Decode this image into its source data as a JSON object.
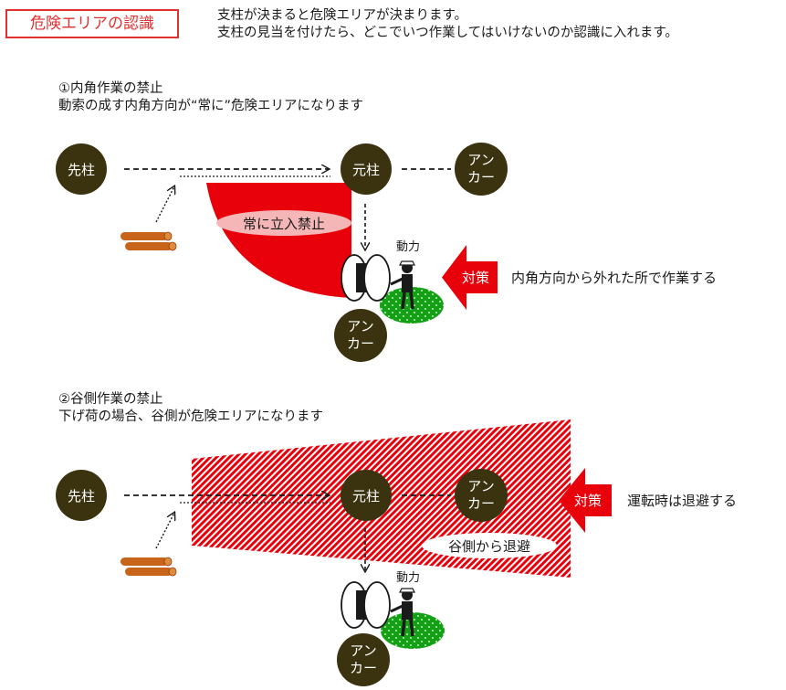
{
  "title": "危険エリアの認識",
  "intro": [
    "支柱が決まると危険エリアが決まります。",
    "支柱の見当を付けたら、どこでいつ作業してはいけないのか認識に入れます。"
  ],
  "section1": {
    "heading": "①内角作業の禁止",
    "subheading": "動索の成す内角方向が“常に”危険エリアになります",
    "leading_pole": "先柱",
    "main_pole": "元柱",
    "anchor_right": [
      "アン",
      "カー"
    ],
    "anchor_bottom": [
      "アン",
      "カー"
    ],
    "zone_label": "常に立入禁止",
    "winch_label": "動力",
    "measure_label": "対策",
    "measure_text": "内角方向から外れた所で作業する"
  },
  "section2": {
    "heading": "②谷側作業の禁止",
    "subheading": "下げ荷の場合、谷側が危険エリアになります",
    "leading_pole": "先柱",
    "main_pole": "元柱",
    "anchor_right": [
      "アン",
      "カー"
    ],
    "anchor_bottom": [
      "アン",
      "カー"
    ],
    "zone_label": "谷側から退避",
    "winch_label": "動力",
    "measure_label": "対策",
    "measure_text": "運転時は退避する"
  },
  "colors": {
    "accent_red": "#e8000b",
    "pole_fill": "#3b3310",
    "log_color": "#c8641a",
    "ground_green": "#14a014"
  },
  "icons": [
    "arrow-icon",
    "log-pile-icon",
    "winch-drum-icon",
    "worker-icon"
  ]
}
